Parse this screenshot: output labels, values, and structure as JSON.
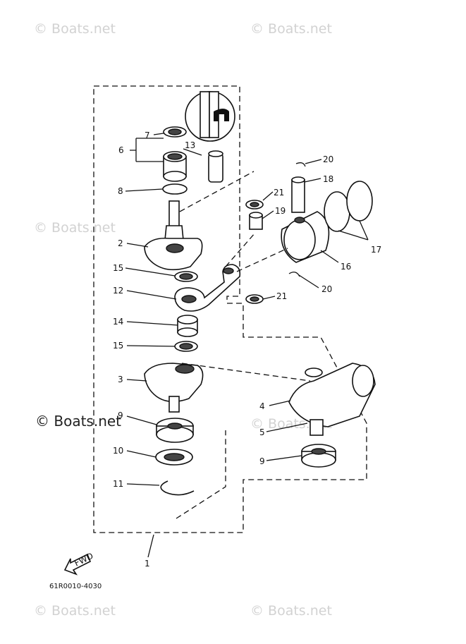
{
  "watermarks": {
    "text": "© Boats.net",
    "inline_text": "© Boats.net"
  },
  "diagram_code": "61R0010-4030",
  "fwd_label": "FWD",
  "callouts": {
    "c1": "1",
    "c2": "2",
    "c3": "3",
    "c4": "4",
    "c5": "5",
    "c6": "6",
    "c7": "7",
    "c8": "8",
    "c9a": "9",
    "c9b": "9",
    "c10": "10",
    "c11": "11",
    "c12": "12",
    "c13": "13",
    "c14": "14",
    "c15a": "15",
    "c15b": "15",
    "c16": "16",
    "c17": "17",
    "c18": "18",
    "c19": "19",
    "c20a": "20",
    "c20b": "20",
    "c21a": "21",
    "c21b": "21"
  }
}
